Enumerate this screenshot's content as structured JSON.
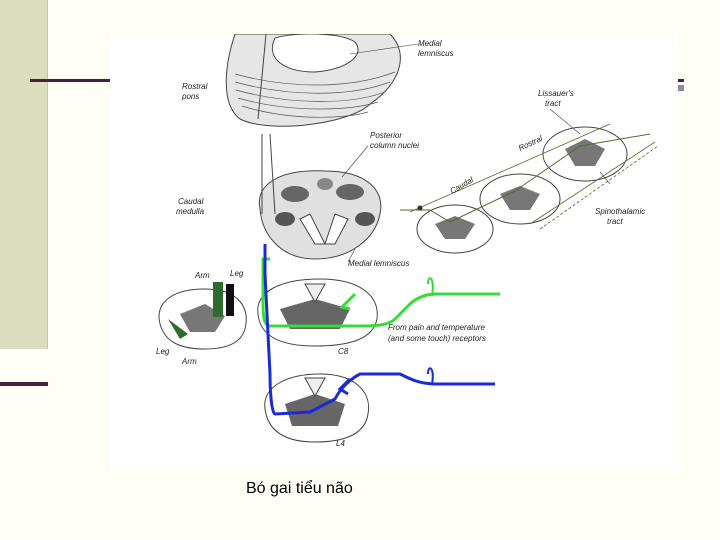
{
  "slide": {
    "caption": "Bó gai tiểu não",
    "colors": {
      "accent_line": "#4a1f3c",
      "green_tract": "#33dd33",
      "blue_tract": "#1a2bd6",
      "panel": "#dcdcbf"
    }
  },
  "diagram": {
    "labels": {
      "medial_lemniscus_top_1": "Medial",
      "medial_lemniscus_top_2": "lemniscus",
      "rostral_pons_1": "Rostral",
      "rostral_pons_2": "pons",
      "posterior_column_1": "Posterior",
      "posterior_column_2": "column nuclei",
      "lissauer_1": "Lissauer's",
      "lissauer_2": "tract",
      "rostral": "Rostral",
      "caudal": "Caudal",
      "caudal_medulla_1": "Caudal",
      "caudal_medulla_2": "medulla",
      "spinothalamic_1": "Spinothalamic",
      "spinothalamic_2": "tract",
      "medial_lemniscus_mid": "Medial lemniscus",
      "arm_top": "Arm",
      "leg_top": "Leg",
      "leg_bottom": "Leg",
      "arm_bottom": "Arm",
      "receptors_1": "From pain and temperature",
      "receptors_2": "(and some touch) receptors",
      "c8": "C8",
      "l4": "L4"
    }
  }
}
